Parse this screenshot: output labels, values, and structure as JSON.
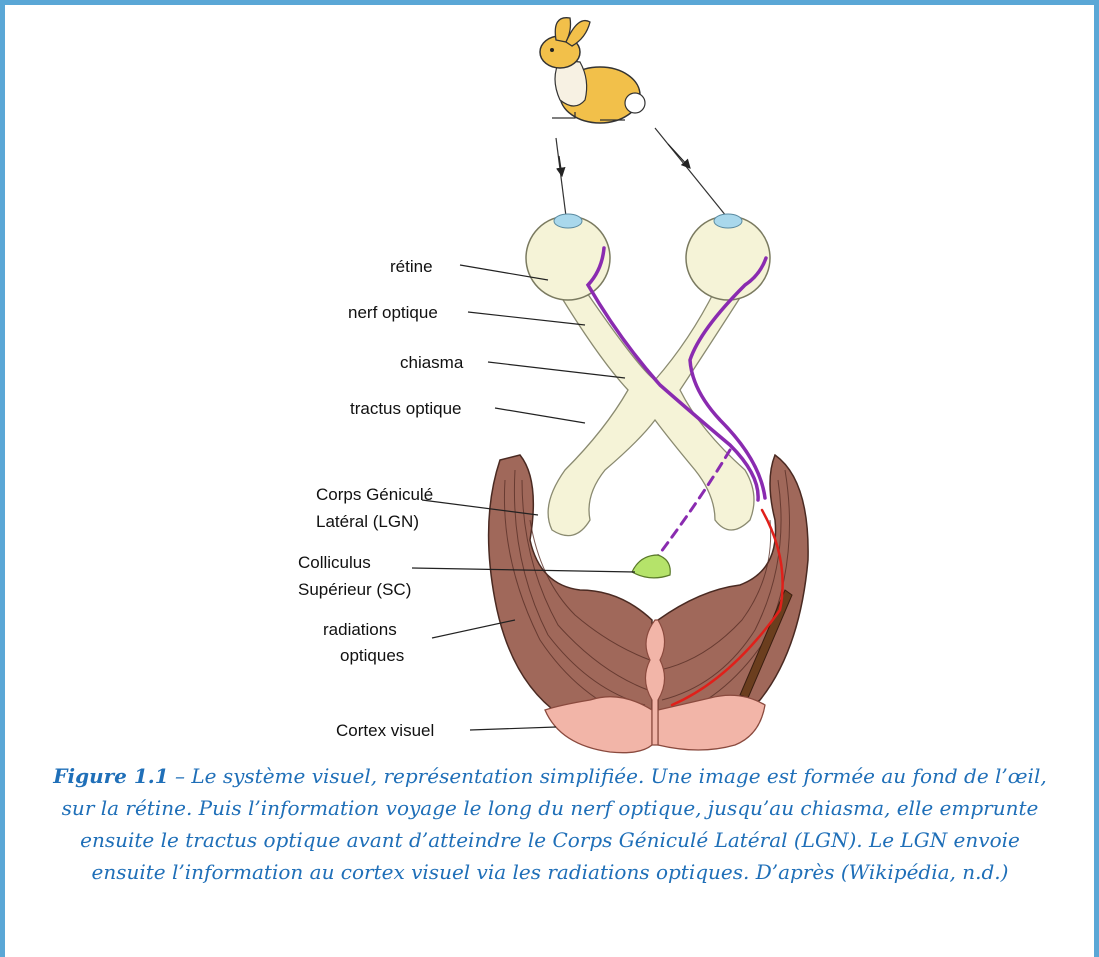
{
  "labels": {
    "retine": "rétine",
    "nerf_optique": "nerf optique",
    "chiasma": "chiasma",
    "tractus_optique": "tractus optique",
    "lgn_line1": "Corps Géniculé",
    "lgn_line2": "Latéral (LGN)",
    "sc_line1": "Colliculus",
    "sc_line2": "Supérieur (SC)",
    "radiations_line1": "radiations",
    "radiations_line2": "optiques",
    "cortex": "Cortex visuel"
  },
  "caption": {
    "figure_label": "Figure 1.1",
    "text": " – Le système visuel, représentation simplifiée. Une image est formée au fond de l’œil, sur la rétine. Puis l’information voyage le long du nerf optique, jusqu’au chiasma, elle emprunte ensuite le tractus optique avant d’atteindre le Corps Géniculé Latéral (LGN). Le LGN envoie ensuite l’information au cortex visuel via les radiations optiques. D’après (Wikipédia, n.d.)"
  },
  "colors": {
    "frame": "#5aa7d6",
    "caption": "#1f6fb8",
    "pathway": "#8a2bb0",
    "radiation_path": "#e0201a",
    "cortex_fill": "#a0685a",
    "visual_cortex": "#f2b5a8",
    "eye_fill": "#f5f3d7",
    "colliculus": "#b5e36a"
  }
}
